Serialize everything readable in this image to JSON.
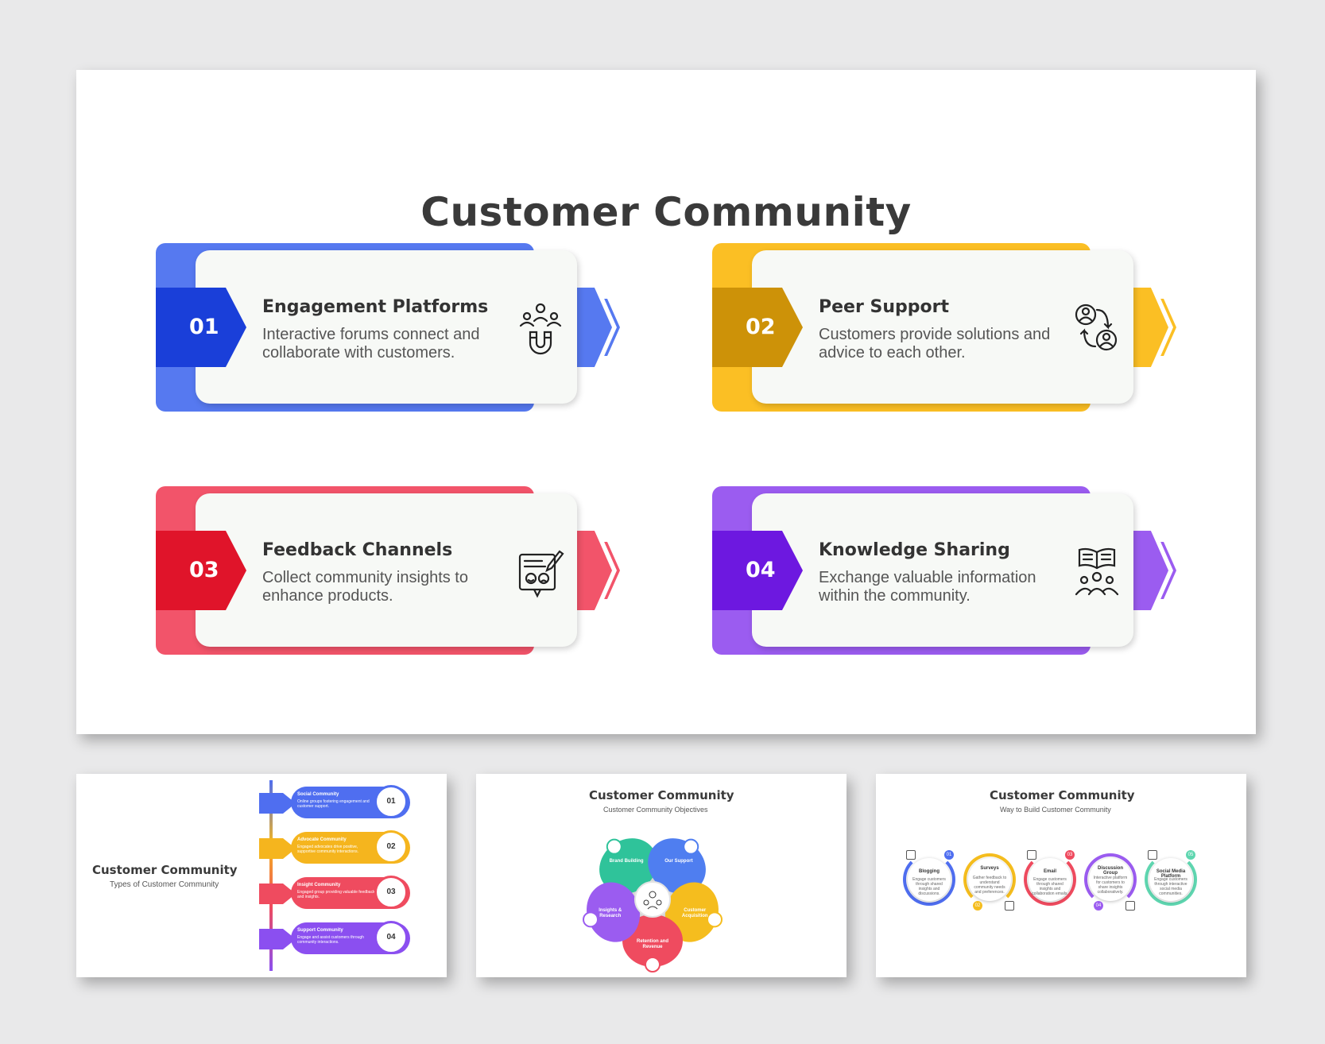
{
  "main": {
    "title": "Customer Community",
    "cards": [
      {
        "number": "01",
        "heading": "Engagement Platforms",
        "description": "Interactive forums connect and collaborate with customers.",
        "icon": "magnet-people-icon",
        "color": "#1a3fd9",
        "light": "#5679f0"
      },
      {
        "number": "02",
        "heading": "Peer Support",
        "description": "Customers provide solutions and advice to each other.",
        "icon": "exchange-users-icon",
        "color": "#cd9208",
        "light": "#fbbf24"
      },
      {
        "number": "03",
        "heading": "Feedback Channels",
        "description": "Collect community insights to enhance products.",
        "icon": "feedback-form-icon",
        "color": "#e0142a",
        "light": "#f2546a"
      },
      {
        "number": "04",
        "heading": "Knowledge Sharing",
        "description": "Exchange valuable information within the community.",
        "icon": "book-group-icon",
        "color": "#6d18e0",
        "light": "#9b5cf0"
      }
    ]
  },
  "thumb1": {
    "title": "Customer Community",
    "subtitle": "Types of Customer Community",
    "items": [
      {
        "label": "Social Community",
        "desc": "Online groups fostering engagement and customer support.",
        "number": "01",
        "color": "#4f6ef0"
      },
      {
        "label": "Advocate Community",
        "desc": "Engaged advocates drive positive, supportive community interactions.",
        "number": "02",
        "color": "#f5b51e"
      },
      {
        "label": "Insight Community",
        "desc": "Engaged group providing valuable feedback and insights.",
        "number": "03",
        "color": "#ef4b5f"
      },
      {
        "label": "Support Community",
        "desc": "Engage and assist customers through community interactions.",
        "number": "04",
        "color": "#8b4ff0"
      }
    ]
  },
  "thumb2": {
    "title": "Customer Community",
    "subtitle": "Customer Community Objectives",
    "petals": [
      {
        "label": "Brand Building",
        "color": "#2fc39a"
      },
      {
        "label": "Our Support",
        "color": "#4f7ef0"
      },
      {
        "label": "Customer Acquisition",
        "color": "#f5bd1e"
      },
      {
        "label": "Retention and Revenue",
        "color": "#ef4b5f"
      },
      {
        "label": "Insights & Research",
        "color": "#9b5cf0"
      }
    ]
  },
  "thumb3": {
    "title": "Customer Community",
    "subtitle": "Way to Build Customer Community",
    "items": [
      {
        "label": "Blogging",
        "desc": "Engage customers through shared insights and discussions.",
        "number": "01",
        "color": "#4f6ef0"
      },
      {
        "label": "Surveys",
        "desc": "Gather feedback to understand community needs and preferences.",
        "number": "02",
        "color": "#f5bd1e"
      },
      {
        "label": "Email",
        "desc": "Engage customers through shared insights and collaboration emails.",
        "number": "03",
        "color": "#ef4b5f"
      },
      {
        "label": "Discussion Group",
        "desc": "Interactive platform for customers to share insights collaboratively.",
        "number": "04",
        "color": "#9b5cf0"
      },
      {
        "label": "Social Media Platform",
        "desc": "Engage customers through interactive social media communities.",
        "number": "05",
        "color": "#5fd6b0"
      }
    ]
  }
}
